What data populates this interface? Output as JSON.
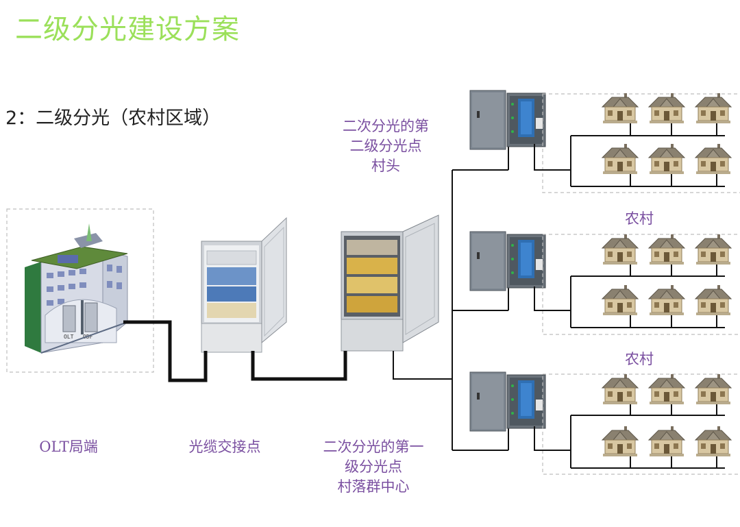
{
  "page": {
    "title": "二级分光建设方案",
    "subtitle": "2：二级分光（农村区域）"
  },
  "labels": {
    "olt": "OLT局端",
    "cable_cross": "光缆交接点",
    "first_level": [
      "二次分光的第一",
      "级分光点",
      "村落群中心"
    ],
    "second_level": [
      "二次分光的第",
      "二级分光点",
      "村头"
    ],
    "village_1": "农村",
    "village_2": "农村"
  },
  "building_labels": {
    "olt": "OLT",
    "odf": "ODF"
  },
  "colors": {
    "title": "#9be05a",
    "label": "#7a4fa0",
    "line": "#111111",
    "dashed_box": "#bdbdbd",
    "house_wall": "#d8c7a2",
    "house_roof": "#8a8170"
  }
}
